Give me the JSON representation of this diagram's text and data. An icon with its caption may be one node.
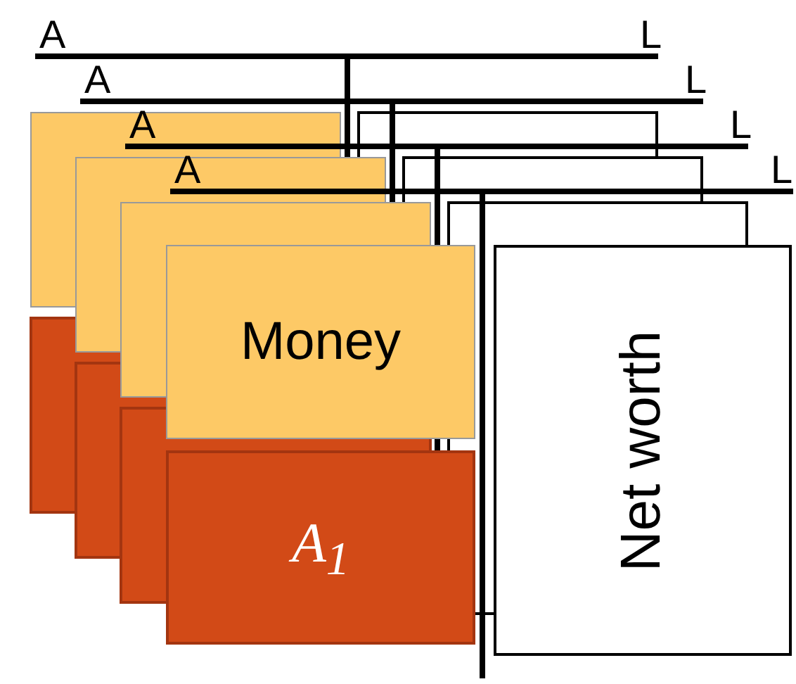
{
  "diagram": {
    "nodes": [
      {
        "text": [
          "Money"
        ]
      },
      {
        "text": [
          "*A*$_{1}$"
        ]
      },
      {
        "text": [
          "Net worth"
        ]
      }
    ],
    "labels": [
      "A",
      "L",
      "A",
      "L",
      "A",
      "L",
      "A",
      "L"
    ]
  }
}
